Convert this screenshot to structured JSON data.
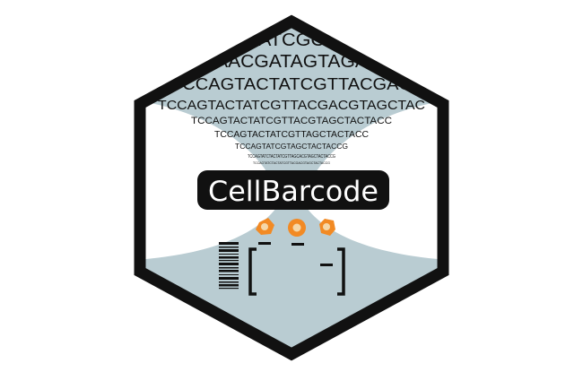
{
  "logo": {
    "title": "CellBarcode",
    "sequence_lines": [
      "ATCGC",
      "AACGATAGTAGA",
      "TCCAGTACTATCGTTACGAC",
      "TCCAGTACTATCGTTACGACGTAGCTAC",
      "TCCAGTACTATCGTTACGTAGCTACTACC",
      "TCCAGTACTATCGTTAGCTACTACC",
      "TCCAGTATCGTAGCTACTACCG",
      "TCCAGTATCTACTATCGTTAGCACGTAGCTACTACCG",
      "TCCAGTATCTACTATCGTTACGACGTAGCTACTACCG"
    ],
    "colors": {
      "hex_border": "#111111",
      "background": "#ffffff",
      "funnel_fill": "#b9ccd2",
      "cell_orange": "#f28a24",
      "cell_nucleus": "#f5d7a8",
      "title_pill": "#111111",
      "title_text": "#ffffff"
    },
    "icons": [
      "dna-sequence-funnel",
      "barcode-icon",
      "cell-icon",
      "bracket-icon"
    ]
  }
}
